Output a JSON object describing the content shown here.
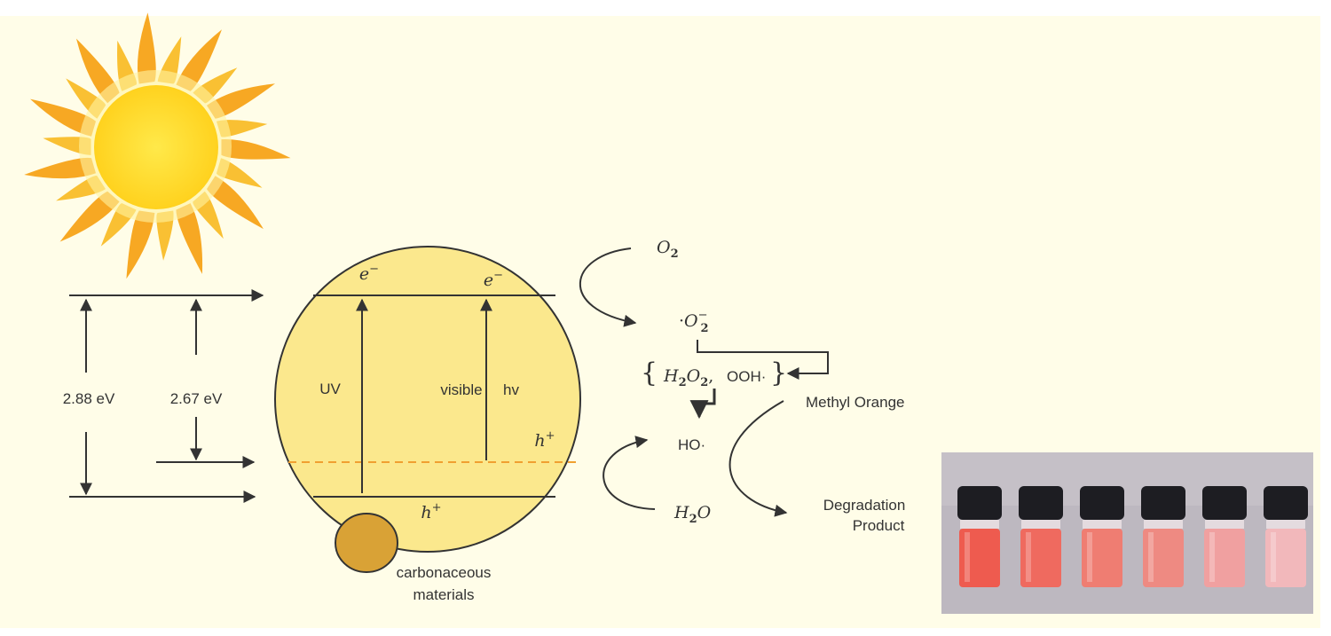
{
  "diagram": {
    "band_gaps": {
      "gap_1": "2.88 eV",
      "gap_2": "2.67 eV"
    },
    "particle": {
      "electron_label_left": "e−",
      "electron_label_right": "e−",
      "uv_label": "UV",
      "visible_label": "visible",
      "hv_label": "hv",
      "hole_upper_label": "h+",
      "hole_lower_label": "h+"
    },
    "carbon": {
      "line1": "carbonaceous",
      "line2": "materials"
    },
    "reactions": {
      "o2": "O2",
      "superoxide": "·O2−",
      "h2o2": "H2O2",
      "ooh": "OOH·",
      "ho": "HO·",
      "h2o": "H2O",
      "methyl_orange": "Methyl Orange",
      "degradation_line1": "Degradation",
      "degradation_line2": "Product"
    },
    "photo": {
      "vials": [
        {
          "color": "#ee5b4f"
        },
        {
          "color": "#ef6a5f"
        },
        {
          "color": "#ef7d72"
        },
        {
          "color": "#ee8a82"
        },
        {
          "color": "#f0a0a0"
        },
        {
          "color": "#f2b8bb"
        }
      ]
    },
    "colors": {
      "background": "#fffde8",
      "particle_fill": "#fbe88d",
      "particle_stroke": "#333333",
      "dashed_level": "#f0a030",
      "carbon_fill": "#d9a236",
      "sun_core": "#ffe62e",
      "sun_rays": "#f7a823"
    }
  }
}
